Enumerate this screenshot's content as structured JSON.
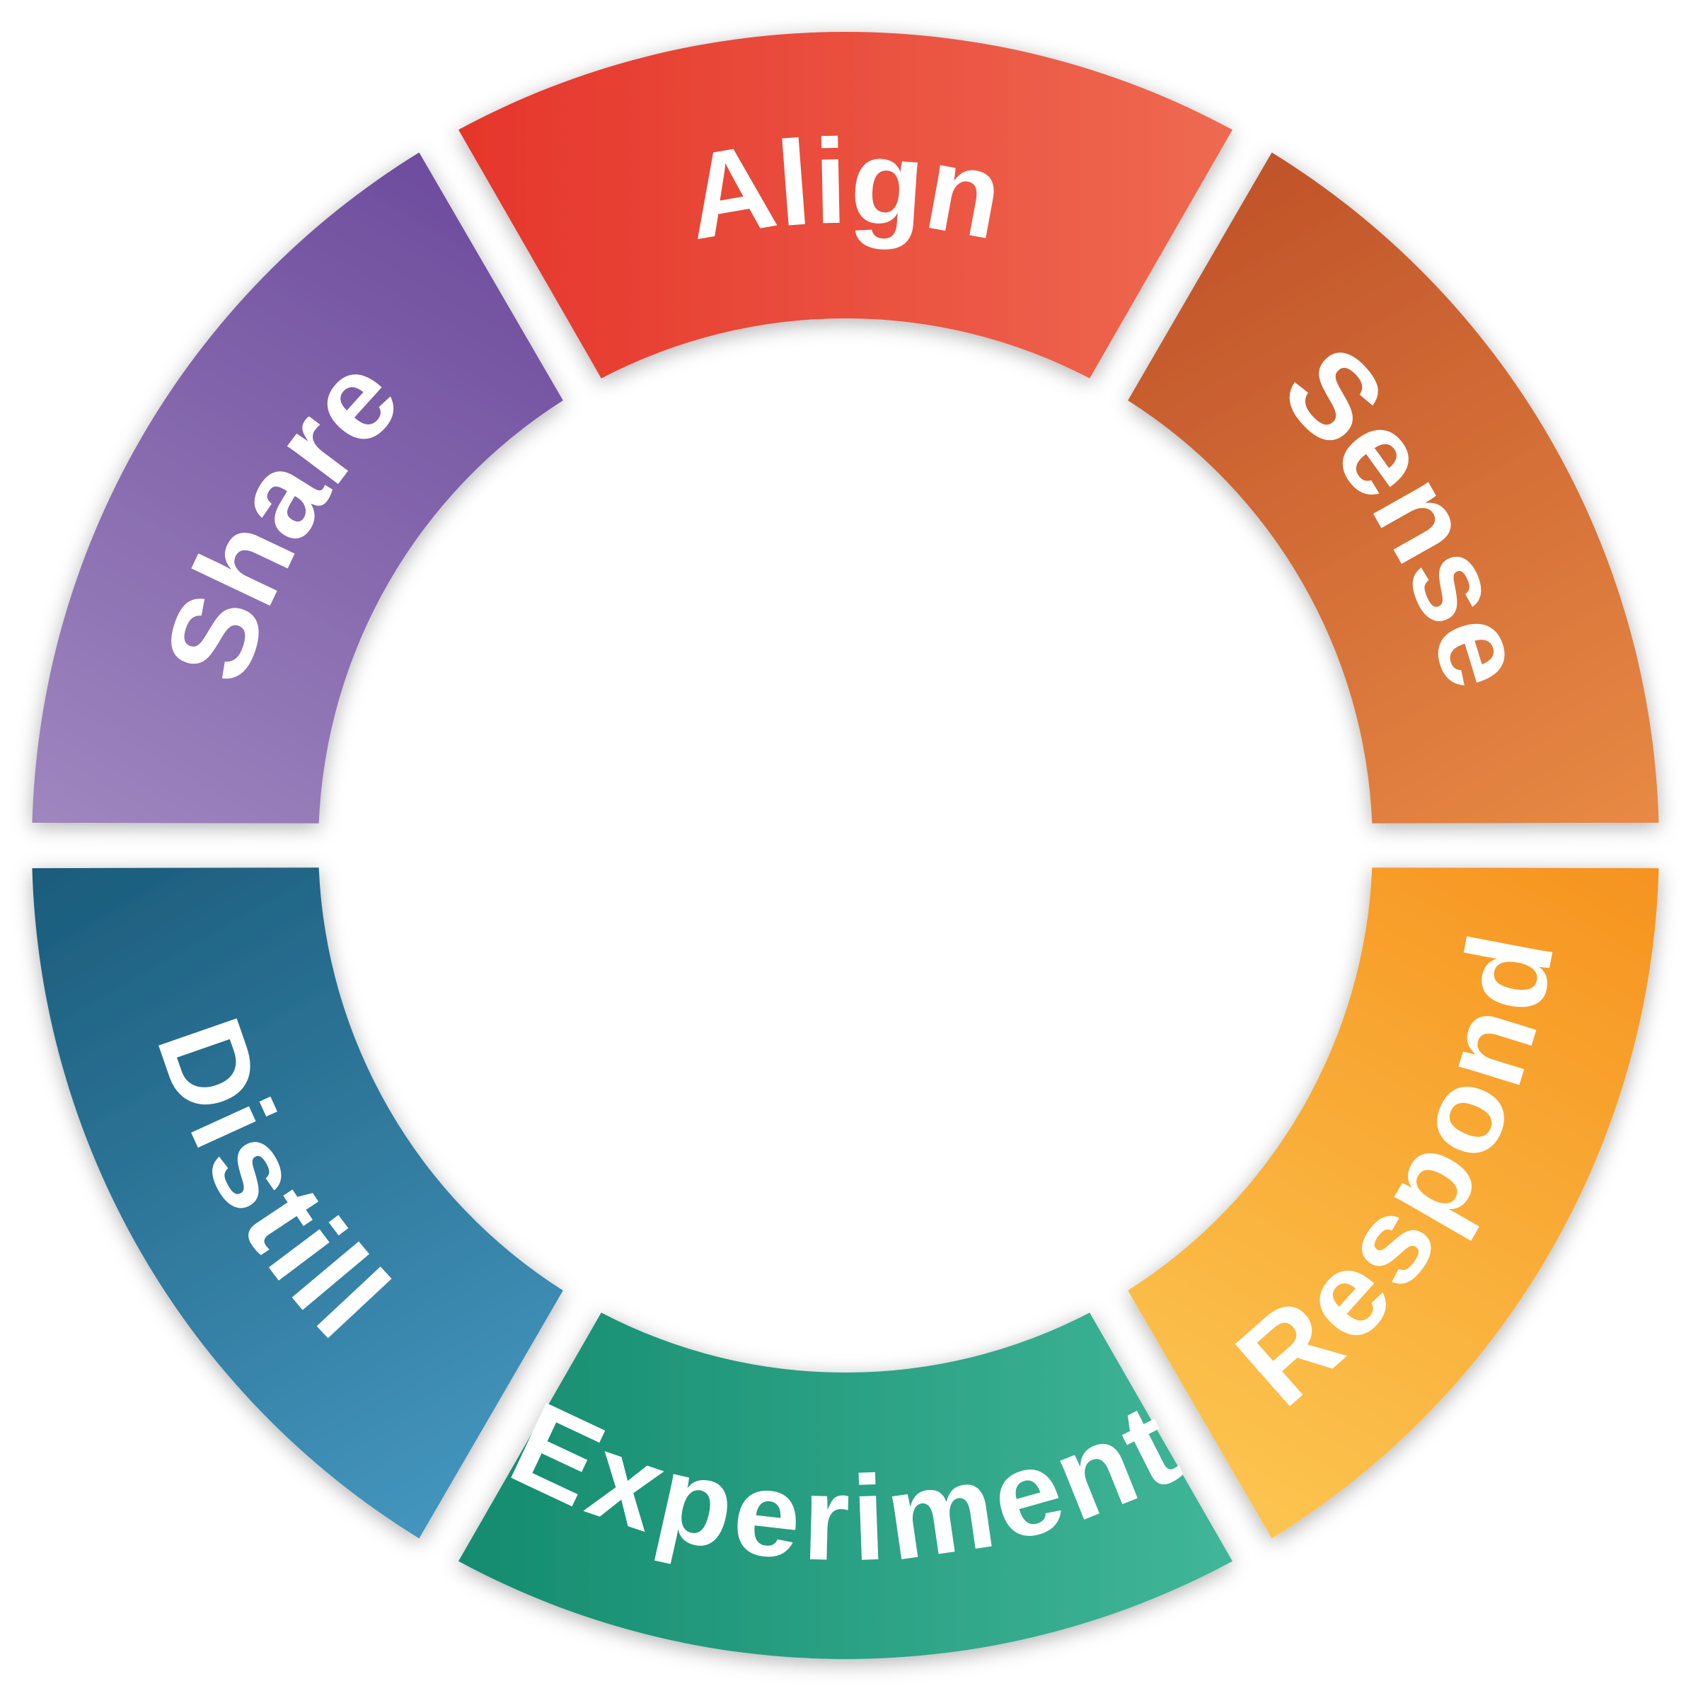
{
  "diagram": {
    "type": "cycle",
    "segments": [
      {
        "label": "Align",
        "color_start": "#e5342a",
        "color_end": "#ef6b52"
      },
      {
        "label": "Sense",
        "color_start": "#bf5229",
        "color_end": "#e98b45"
      },
      {
        "label": "Respond",
        "color_start": "#f6921e",
        "color_end": "#fcc651"
      },
      {
        "label": "Experiment",
        "color_start": "#42b79a",
        "color_end": "#138a6d"
      },
      {
        "label": "Distill",
        "color_start": "#4597c0",
        "color_end": "#1a5a79"
      },
      {
        "label": "Share",
        "color_start": "#a088c0",
        "color_end": "#6d4b9d"
      }
    ]
  }
}
